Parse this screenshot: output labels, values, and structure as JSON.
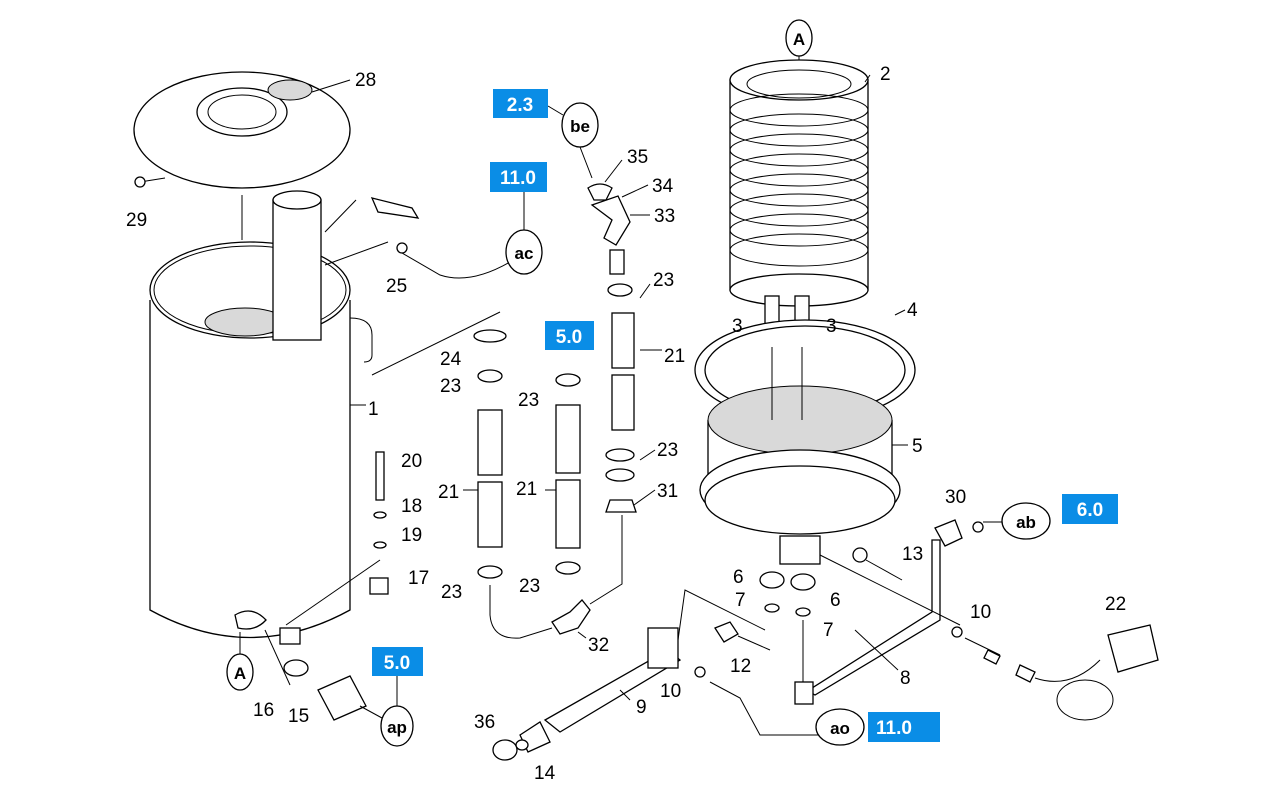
{
  "part_labels": {
    "p1": "1",
    "p2": "2",
    "p3a": "3",
    "p3b": "3",
    "p4": "4",
    "p5": "5",
    "p6a": "6",
    "p6b": "6",
    "p7a": "7",
    "p7b": "7",
    "p8": "8",
    "p9": "9",
    "p10a": "10",
    "p10b": "10",
    "p12": "12",
    "p13": "13",
    "p14": "14",
    "p15": "15",
    "p16": "16",
    "p17": "17",
    "p18": "18",
    "p19": "19",
    "p20": "20",
    "p21a": "21",
    "p21b": "21",
    "p21c": "21",
    "p22": "22",
    "p23a": "23",
    "p23b": "23",
    "p23c": "23",
    "p23d": "23",
    "p23e": "23",
    "p23f": "23",
    "p24": "24",
    "p25": "25",
    "p28": "28",
    "p29": "29",
    "p30": "30",
    "p31": "31",
    "p32": "32",
    "p33": "33",
    "p34": "34",
    "p35": "35",
    "p36": "36"
  },
  "section_refs": {
    "be": "2.3",
    "ac": "11.0",
    "ap": "5.0",
    "mid": "5.0",
    "ab": "6.0",
    "ao": "11.0"
  },
  "connectors": {
    "A_top": "A",
    "A_bottom": "A",
    "be": "be",
    "ac": "ac",
    "ap": "ap",
    "ab": "ab",
    "ao": "ao"
  },
  "colors": {
    "ref_box": "#0a8de6",
    "ref_text": "#ffffff",
    "line": "#000000"
  }
}
